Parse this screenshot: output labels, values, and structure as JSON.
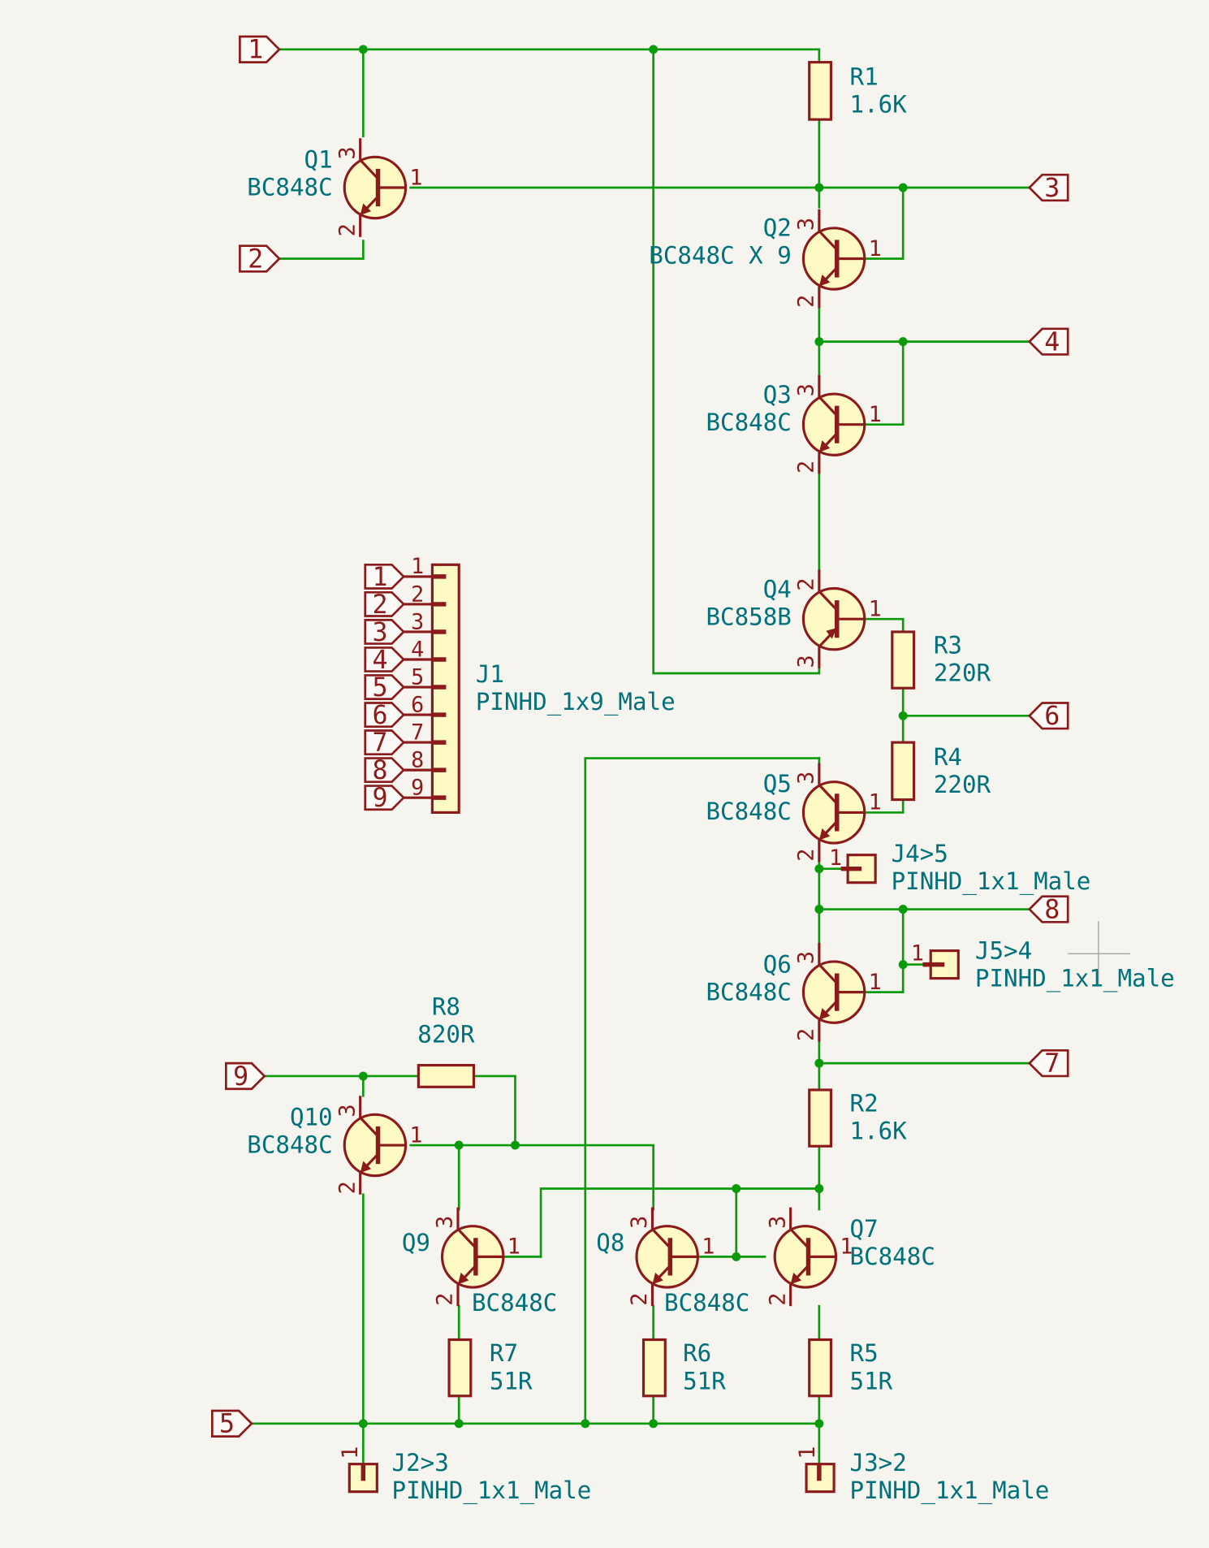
{
  "ports": [
    {
      "id": "p1",
      "text": "1"
    },
    {
      "id": "p2",
      "text": "2"
    },
    {
      "id": "p3",
      "text": "3"
    },
    {
      "id": "p4",
      "text": "4"
    },
    {
      "id": "p6",
      "text": "6"
    },
    {
      "id": "p8",
      "text": "8"
    },
    {
      "id": "p7",
      "text": "7"
    },
    {
      "id": "p9",
      "text": "9"
    },
    {
      "id": "p5",
      "text": "5"
    }
  ],
  "transistors": [
    {
      "ref": "Q1",
      "value": "BC848C"
    },
    {
      "ref": "Q2",
      "value": "BC848C X 9"
    },
    {
      "ref": "Q3",
      "value": "BC848C"
    },
    {
      "ref": "Q4",
      "value": "BC858B"
    },
    {
      "ref": "Q5",
      "value": "BC848C"
    },
    {
      "ref": "Q6",
      "value": "BC848C"
    },
    {
      "ref": "Q7",
      "value": "BC848C"
    },
    {
      "ref": "Q8",
      "value": "BC848C"
    },
    {
      "ref": "Q9",
      "value": "BC848C"
    },
    {
      "ref": "Q10",
      "value": "BC848C"
    }
  ],
  "resistors": [
    {
      "ref": "R1",
      "value": "1.6K"
    },
    {
      "ref": "R2",
      "value": "1.6K"
    },
    {
      "ref": "R3",
      "value": "220R"
    },
    {
      "ref": "R4",
      "value": "220R"
    },
    {
      "ref": "R5",
      "value": "51R"
    },
    {
      "ref": "R6",
      "value": "51R"
    },
    {
      "ref": "R7",
      "value": "51R"
    },
    {
      "ref": "R8",
      "value": "820R"
    }
  ],
  "connectors": [
    {
      "ref": "J1",
      "value": "PINHD_1x9_Male",
      "pins": [
        "1",
        "2",
        "3",
        "4",
        "5",
        "6",
        "7",
        "8",
        "9"
      ],
      "labels": [
        "1",
        "2",
        "3",
        "4",
        "5",
        "6",
        "7",
        "8",
        "9"
      ]
    },
    {
      "ref": "J2>3",
      "value": "PINHD_1x1_Male",
      "pin": "1"
    },
    {
      "ref": "J3>2",
      "value": "PINHD_1x1_Male",
      "pin": "1"
    },
    {
      "ref": "J4>5",
      "value": "PINHD_1x1_Male",
      "pin": "1"
    },
    {
      "ref": "J5>4",
      "value": "PINHD_1x1_Male",
      "pin": "1"
    }
  ],
  "pin_numbers": {
    "base": "1",
    "emitter": "2",
    "collector": "3"
  }
}
